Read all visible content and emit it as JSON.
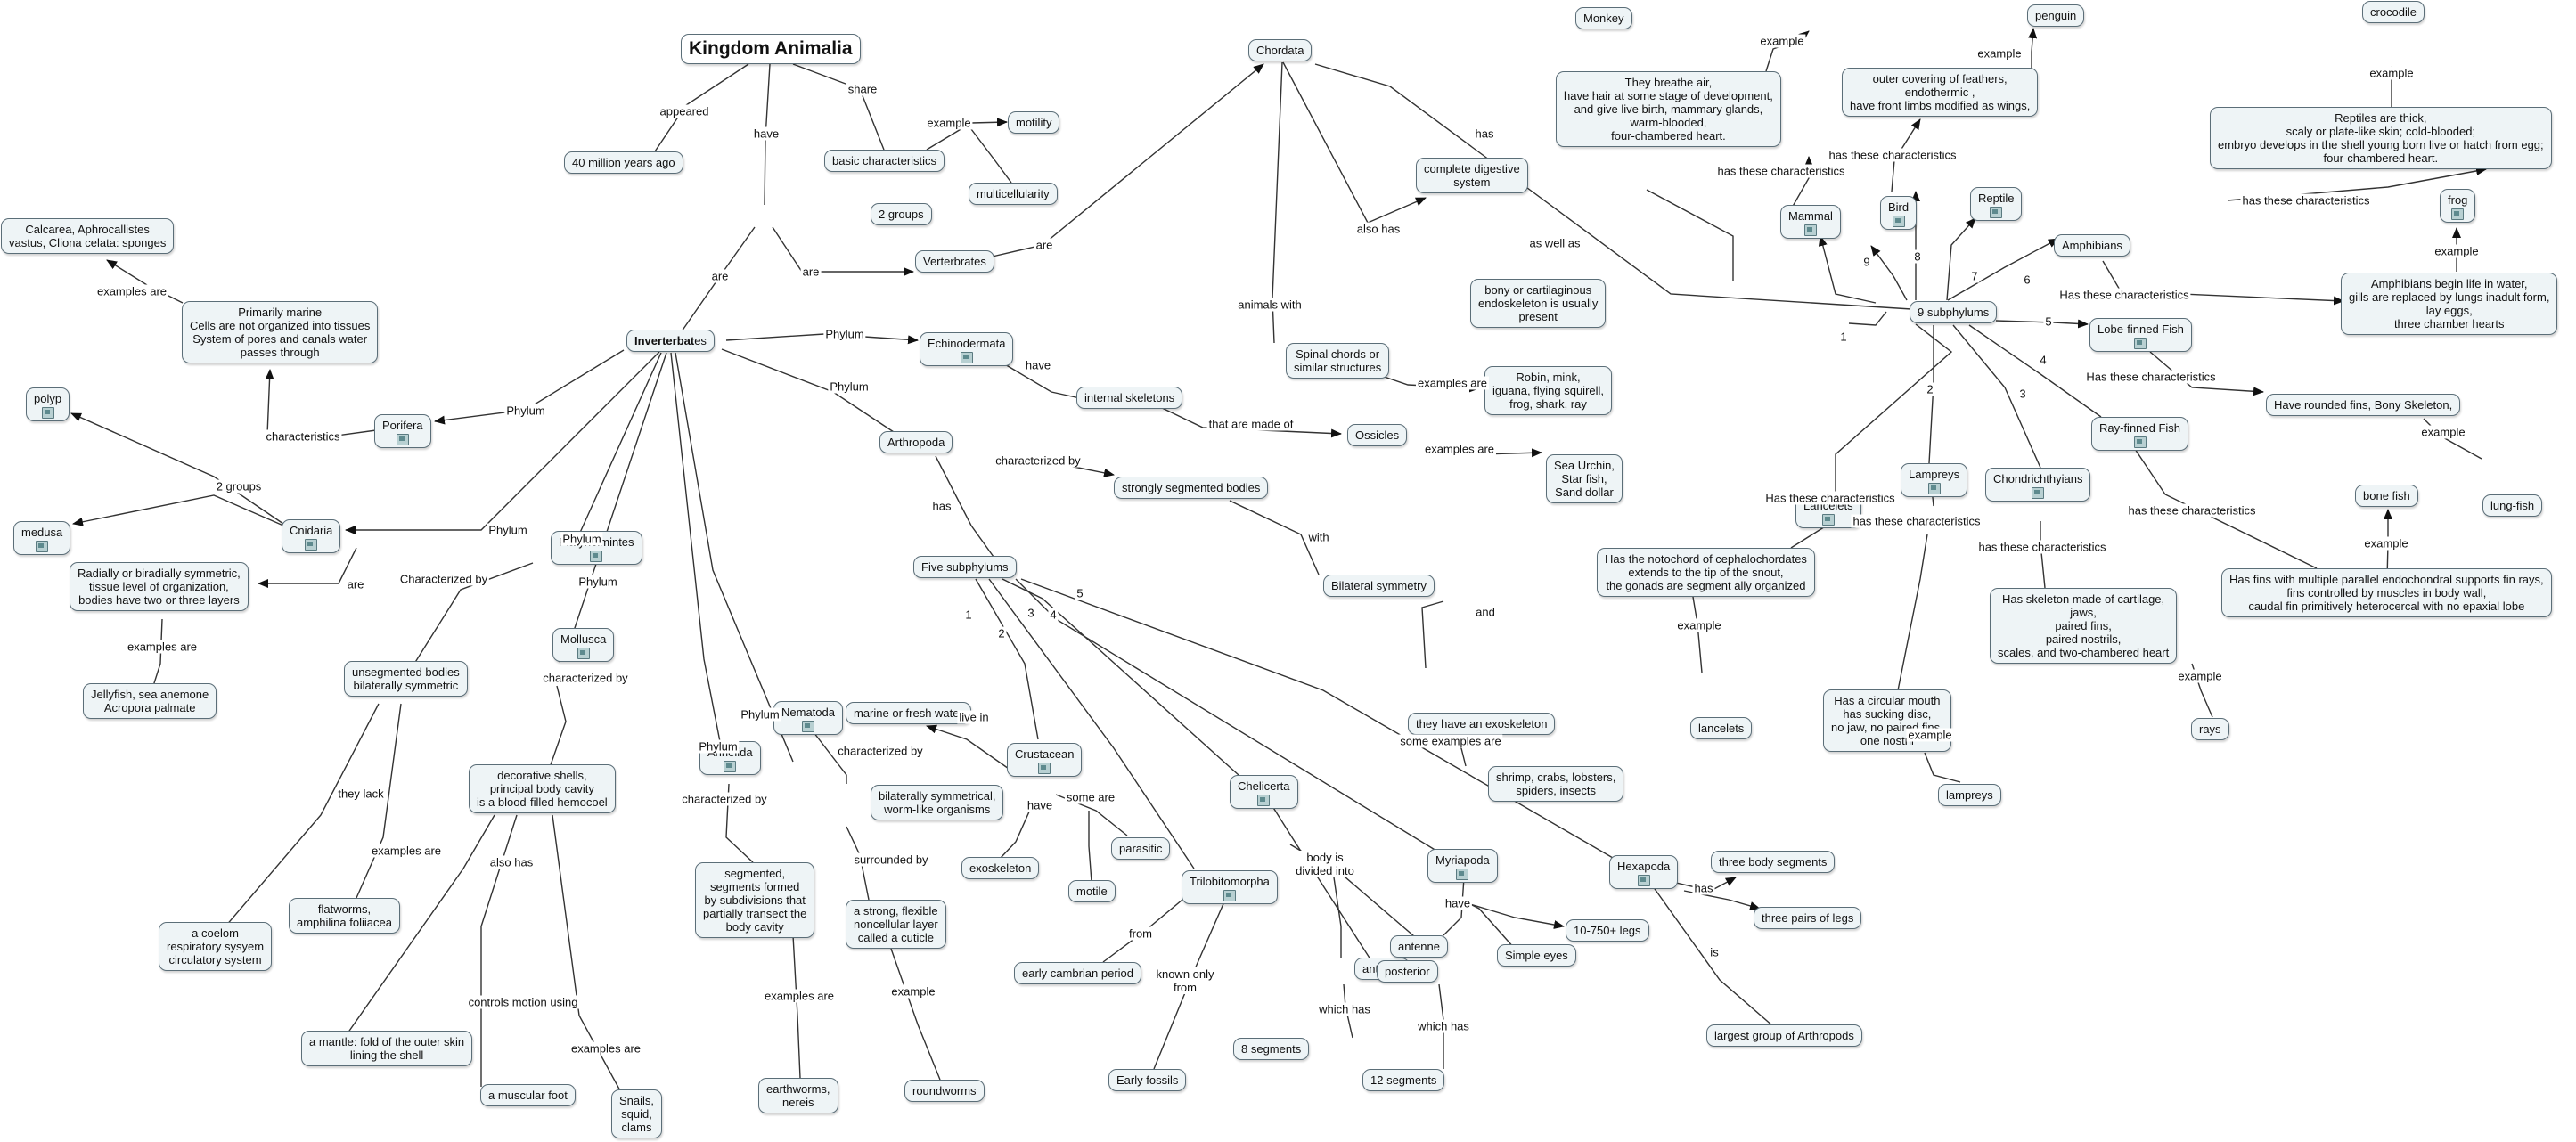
{
  "title": "Kingdom Animalia",
  "nodes": {
    "kingdom": "Kingdom Animalia",
    "years": "40 million years ago",
    "two_groups": "2 groups",
    "basic_char": "basic characteristics",
    "motility": "motility",
    "multicell": "multicellularity",
    "vertebrates": "Verterbrates",
    "invertebrates_bold": "Inverterbat",
    "invertebrates_rest": "es",
    "chordata": "Chordata",
    "digestive": "complete digestive\nsystem",
    "bony": "bony or cartilaginous\nendoskeleton is usually\npresent",
    "spinal": "Spinal chords or\nsimilar structures",
    "robin": "Robin, mink,\niguana, flying squirell,\nfrog, shark, ray",
    "echino": "Echinodermata",
    "internal": "internal skeletons",
    "ossicles": "Ossicles",
    "urchin": "Sea Urchin,\nStar fish,\nSand dollar",
    "arthropoda": "Arthropoda",
    "segmented": "strongly segmented bodies",
    "bilateral": "Bilateral symmetry",
    "exoskeleton_have": "they have an exoskeleton",
    "shrimp": "shrimp, crabs, lobsters,\nspiders, insects",
    "five": "Five subphylums",
    "marine": "marine or fresh water",
    "crustacean": "Crustacean",
    "exoskeleton": "exoskeleton",
    "motile": "motile",
    "parasitic": "parasitic",
    "trilobite": "Trilobitomorpha",
    "cambrian": "early cambrian period",
    "fossils": "Early fossils",
    "chelicerta": "Chelicerta",
    "anterior": "anterior",
    "eight_seg": "8 segments",
    "posterior": "posterior",
    "twelve_seg": "12 segments",
    "myriapoda": "Myriapoda",
    "antenne": "antenne",
    "simple_eyes": "Simple eyes",
    "legs_range": "10-750+ legs",
    "hexapoda": "Hexapoda",
    "three_body": "three body segments",
    "three_legs": "three pairs of legs",
    "largest": "largest group of Arthropods",
    "porifera": "Porifera",
    "calcarea": "Calcarea, Aphrocallistes\nvastus, Cliona celata: sponges",
    "marine_cells": "Primarily marine\nCells are not organized into tissues\nSystem of pores and canals water\npasses through",
    "polyp": "polyp",
    "medusa": "medusa",
    "cnidaria": "Cnidaria",
    "radially": "Radially or biradially symmetric,\ntissue level of organization,\nbodies have two or three layers",
    "jellyfish": "Jellyfish, sea anemone\nAcropora palmate",
    "platy": "Platyhelmintes",
    "unsegmented": "unsegmented bodies\nbilaterally symmetric",
    "coelom": "a coelom\nrespiratory sysyem\ncirculatory system",
    "flatworms": "flatworms,\namphilina foliiacea",
    "mollusca": "Mollusca",
    "shells": "decorative shells,\nprincipal body cavity\nis a blood-filled hemocoel",
    "mantle": "a mantle: fold of the outer skin\nlining the shell",
    "foot": "a muscular foot",
    "snails": "Snails,\nsquid,\nclams",
    "annelida": "Annelida",
    "segmented_worm": "segmented,\nsegments formed\nby subdivisions that\npartially transect the\nbody cavity",
    "earthworms": "earthworms,\nnereis",
    "nematoda": "Nematoda",
    "bilat_worm": "bilaterally symmetrical,\nworm-like organisms",
    "cuticle": "a strong, flexible\nnoncellular layer\ncalled a cuticle",
    "roundworms": "roundworms",
    "nine": "9 subphylums",
    "mammal": "Mammal",
    "mammal_char": "They breathe air,\nhave hair at some stage of development,\nand give live birth, mammary glands,\nwarm-blooded,\nfour-chambered heart.",
    "monkey": "Monkey",
    "bird": "Bird",
    "bird_char": "outer covering of feathers,\nendothermic ,\nhave front limbs modified as wings,",
    "penguin": "penguin",
    "reptile": "Reptile",
    "reptile_char": "Reptiles are thick,\nscaly or plate-like skin; cold-blooded;\nembryo develops in the shell young born live or hatch from egg;\nfour-chambered heart.",
    "crocodile": "crocodile",
    "amphibians": "Amphibians",
    "amph_char": "Amphibians begin life in water,\ngills are replaced by lungs inadult form,\nlay eggs,\nthree chamber hearts",
    "frog": "frog",
    "lobe": "Lobe-finned Fish",
    "lobe_char": "Have rounded fins, Bony Skeleton,",
    "lungfish": "lung-fish",
    "ray": "Ray-finned Fish",
    "ray_char": "Has fins with multiple parallel endochondral supports fin rays,\nfins controlled by muscles in body wall,\ncaudal fin primitively heterocercal with no epaxial lobe",
    "bonefish": "bone fish",
    "chondr": "Chondrichthyians",
    "chondr_char": "Has skeleton made of cartilage,\njaws,\npaired fins,\npaired nostrils,\nscales, and two-chambered heart",
    "rays": "rays",
    "lampreys": "Lampreys",
    "lamp_char": "Has a circular mouth\nhas sucking disc,\nno jaw, no paired fins,\none nostril",
    "lampreys_ex": "lampreys",
    "lancelets": "Lancelets",
    "lance_char": "Has the notochord of cephalochordates\nextends to the tip of the snout,\nthe gonads are segment ally organized",
    "lancelets_ex": "lancelets"
  },
  "labels": {
    "appeared": "appeared",
    "have": "have",
    "share": "share",
    "example": "example",
    "are": "are",
    "has": "has",
    "also_has": "also has",
    "as_well_as": "as well as",
    "animals_with": "animals with",
    "examples_are": "examples are",
    "phylum": "Phylum",
    "that_are_made_of": "that are made of",
    "characterized_by": "characterized by",
    "characterized_by_cap": "Characterized by",
    "with": "with",
    "and": "and",
    "some_examples_are": "some examples are",
    "live_in": "live in",
    "some_are": "some are",
    "from": "from",
    "known_only_from": "known only\nfrom",
    "body_is_divided_into": "body is\ndivided into",
    "which_has": "which has",
    "is": "is",
    "characteristics": "characteristics",
    "two_groups": "2 groups",
    "they_lack": "they lack",
    "controls_motion_using": "controls motion using",
    "surrounded_by": "surrounded by",
    "has_these_characteristics": "has these characteristics",
    "has_these_characteristics_cap": "Has these characteristics",
    "n1": "1",
    "n2": "2",
    "n3": "3",
    "n4": "4",
    "n5": "5",
    "n6": "6",
    "n7": "7",
    "n8": "8",
    "n9": "9"
  },
  "colors": {
    "node_fill": "#eef4f6",
    "node_border": "#5b6e78",
    "line": "#222222"
  }
}
